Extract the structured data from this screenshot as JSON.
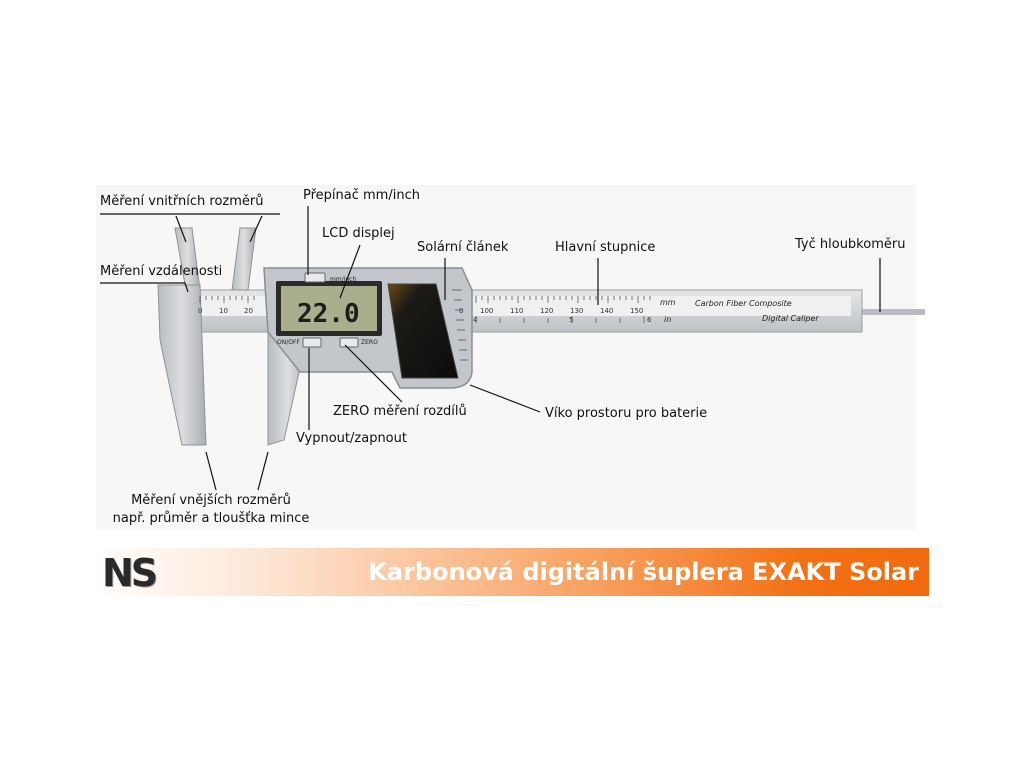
{
  "labels": {
    "inner": "Měření vnitřních rozměrů",
    "distance": "Měření vzdálenosti",
    "switch": "Přepínač mm/inch",
    "lcd": "LCD displej",
    "solar": "Solární článek",
    "main_scale": "Hlavní stupnice",
    "depth": "Tyč hloubkoměru",
    "zero": "ZERO měření rozdílů",
    "battery": "Víko prostoru pro baterie",
    "onoff": "Vypnout/zapnout",
    "outer_1": "Měření vnějších rozměrů",
    "outer_2": "např. průměr a tloušťka mince"
  },
  "device": {
    "lcd_value": "22.0",
    "btn_mm_inch": "mm/inch",
    "btn_onoff": "ON/OFF",
    "btn_zero": "ZERO",
    "brand_line1": "Carbon Fiber Composite",
    "brand_line2": "Digital Caliper",
    "unit_mm": "mm",
    "unit_in": "in",
    "scale_left": [
      "0",
      "10",
      "20"
    ],
    "scale_right": [
      "0",
      "100",
      "110",
      "120",
      "130",
      "140",
      "150"
    ],
    "inch_marks": [
      "4",
      "5",
      "6"
    ]
  },
  "banner": {
    "logo": "NS",
    "title": "Karbonová digitální šuplera EXAKT Solar"
  },
  "colors": {
    "banner_start": "#ffffff",
    "banner_end": "#f16a0e",
    "body_grey": "#c9cccf",
    "lcd_green": "#a9ae8c"
  }
}
